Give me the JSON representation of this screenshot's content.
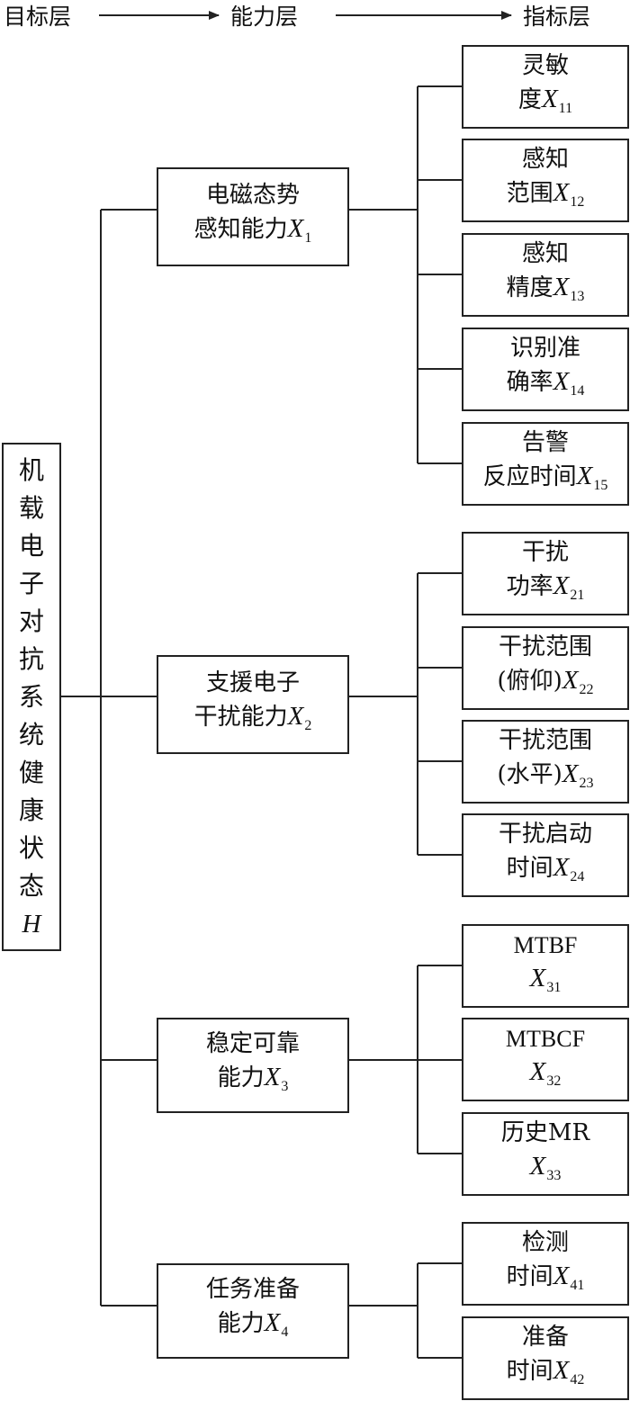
{
  "headers": {
    "goal_layer": "目标层",
    "ability_layer": "能力层",
    "indicator_layer": "指标层"
  },
  "goal": {
    "chars": [
      "机",
      "载",
      "电",
      "子",
      "对",
      "抗",
      "系",
      "统",
      "健",
      "康",
      "状",
      "态"
    ],
    "symbol": "H"
  },
  "abilities": [
    {
      "line1": "电磁态势",
      "line2": "感知能力",
      "var": "X",
      "sub": "1",
      "indicators": [
        {
          "line1": "灵敏",
          "line2": "度",
          "var": "X",
          "sub": "11"
        },
        {
          "line1": "感知",
          "line2": "范围",
          "var": "X",
          "sub": "12"
        },
        {
          "line1": "感知",
          "line2": "精度",
          "var": "X",
          "sub": "13"
        },
        {
          "line1": "识别准",
          "line2": "确率",
          "var": "X",
          "sub": "14"
        },
        {
          "line1": "告警",
          "line2": "反应时间",
          "var": "X",
          "sub": "15"
        }
      ]
    },
    {
      "line1": "支援电子",
      "line2": "干扰能力",
      "var": "X",
      "sub": "2",
      "indicators": [
        {
          "line1": "干扰",
          "line2": "功率",
          "var": "X",
          "sub": "21"
        },
        {
          "line1": "干扰范围",
          "line2": "(俯仰)",
          "var": "X",
          "sub": "22"
        },
        {
          "line1": "干扰范围",
          "line2": "(水平)",
          "var": "X",
          "sub": "23"
        },
        {
          "line1": "干扰启动",
          "line2": "时间",
          "var": "X",
          "sub": "24"
        }
      ]
    },
    {
      "line1": "稳定可靠",
      "line2": "能力",
      "var": "X",
      "sub": "3",
      "indicators": [
        {
          "line1": "MTBF",
          "line2": "",
          "var": "X",
          "sub": "31"
        },
        {
          "line1": "MTBCF",
          "line2": "",
          "var": "X",
          "sub": "32"
        },
        {
          "line1": "历史MR",
          "line2": "",
          "var": "X",
          "sub": "33"
        }
      ]
    },
    {
      "line1": "任务准备",
      "line2": "能力",
      "var": "X",
      "sub": "4",
      "indicators": [
        {
          "line1": "检测",
          "line2": "时间",
          "var": "X",
          "sub": "41"
        },
        {
          "line1": "准备",
          "line2": "时间",
          "var": "X",
          "sub": "42"
        }
      ]
    }
  ]
}
